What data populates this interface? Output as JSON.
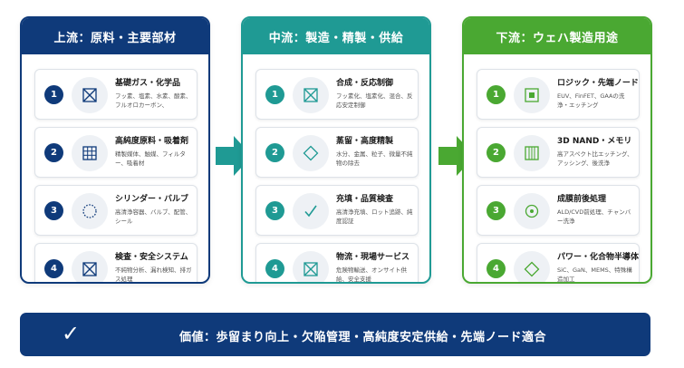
{
  "colors": {
    "upstream": "#0f3a7a",
    "midstream": "#1f9a94",
    "downstream": "#4aa832",
    "banner": "#0f3a7a"
  },
  "columns": [
    {
      "title": "上流：原料・主要部材",
      "cards": [
        {
          "num": "1",
          "icon": "box-x-icon",
          "title": "基礎ガス・化学品",
          "desc": "フッ素、塩素、水素、酸素、フルオロカーボン、"
        },
        {
          "num": "2",
          "icon": "grid-icon",
          "title": "高純度原料・吸着剤",
          "desc": "精製媒体、触媒、フィルター、吸着材"
        },
        {
          "num": "3",
          "icon": "dotted-circle-icon",
          "title": "シリンダー・バルブ",
          "desc": "高清浄容器、バルブ、配管、シール"
        },
        {
          "num": "4",
          "icon": "box-x-icon",
          "title": "検査・安全システム",
          "desc": "不純物分析、漏れ検知、排ガス処理"
        }
      ]
    },
    {
      "title": "中流：製造・精製・供給",
      "cards": [
        {
          "num": "1",
          "icon": "box-x-icon",
          "title": "合成・反応制御",
          "desc": "フッ素化、塩素化、混合、反応安定制御"
        },
        {
          "num": "2",
          "icon": "diamond-icon",
          "title": "蒸留・高度精製",
          "desc": "水分、金属、粒子、微量不純物の除去"
        },
        {
          "num": "3",
          "icon": "check-icon",
          "title": "充填・品質検査",
          "desc": "高清浄充填、ロット追跡、純度認証"
        },
        {
          "num": "4",
          "icon": "box-x-icon",
          "title": "物流・現場サービス",
          "desc": "危険物輸送、オンサイト供給、安全支援"
        }
      ]
    },
    {
      "title": "下流：ウェハ製造用途",
      "cards": [
        {
          "num": "1",
          "icon": "square-dot-icon",
          "title": "ロジック・先端ノード",
          "desc": "EUV、FinFET、GAAの洗浄・エッチング"
        },
        {
          "num": "2",
          "icon": "bars-icon",
          "title": "3D NAND・メモリ",
          "desc": "高アスペクト比エッチング、アッシング、後洗浄"
        },
        {
          "num": "3",
          "icon": "target-icon",
          "title": "成膜前後処理",
          "desc": "ALD/CVD前処理、チャンバー洗浄"
        },
        {
          "num": "4",
          "icon": "diamond-icon",
          "title": "パワー・化合物半導体",
          "desc": "SiC、GaN、MEMS、特殊構造加工"
        }
      ]
    }
  ],
  "banner": {
    "icon": "check-icon",
    "check": "✓",
    "text": "価値：歩留まり向上・欠陥管理・高純度安定供給・先端ノード適合"
  }
}
